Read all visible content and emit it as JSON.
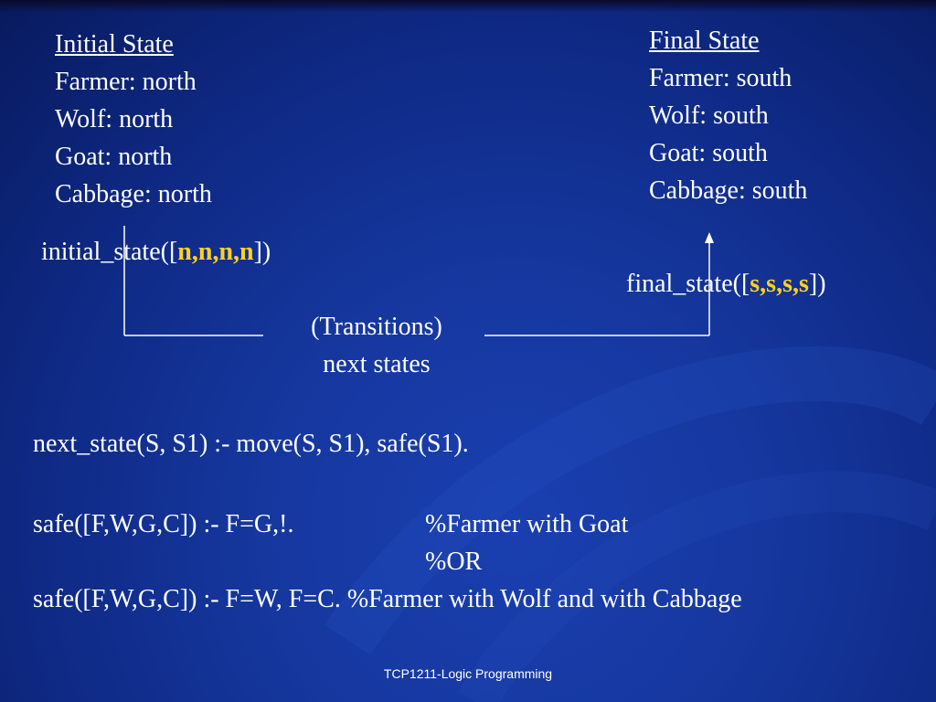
{
  "initial": {
    "heading": "Initial State",
    "lines": [
      "Farmer: north",
      "Wolf: north",
      "Goat: north",
      "Cabbage: north"
    ]
  },
  "final": {
    "heading": "Final  State",
    "lines": [
      "Farmer: south",
      "Wolf: south",
      "Goat: south",
      "Cabbage: south"
    ]
  },
  "initial_state": {
    "prefix": "initial_state([",
    "args": "n,n,n,n",
    "suffix": "])"
  },
  "final_state": {
    "prefix": "final_state([",
    "args": "s,s,s,s",
    "suffix": "])"
  },
  "transitions": {
    "line1": "(Transitions)",
    "line2": "next states"
  },
  "rules": {
    "next_state": "next_state(S, S1) :- move(S, S1), safe(S1).",
    "safe1_code": "safe([F,W,G,C]) :- F=G,!.",
    "safe1_comment": "%Farmer with Goat",
    "or_comment": "%OR",
    "safe2": "safe([F,W,G,C]) :- F=W, F=C. %Farmer with Wolf and with Cabbage"
  },
  "footer": "TCP1211-Logic Programming",
  "colors": {
    "background": "#15379e",
    "text": "#ffffff",
    "highlight": "#ffd21f"
  }
}
